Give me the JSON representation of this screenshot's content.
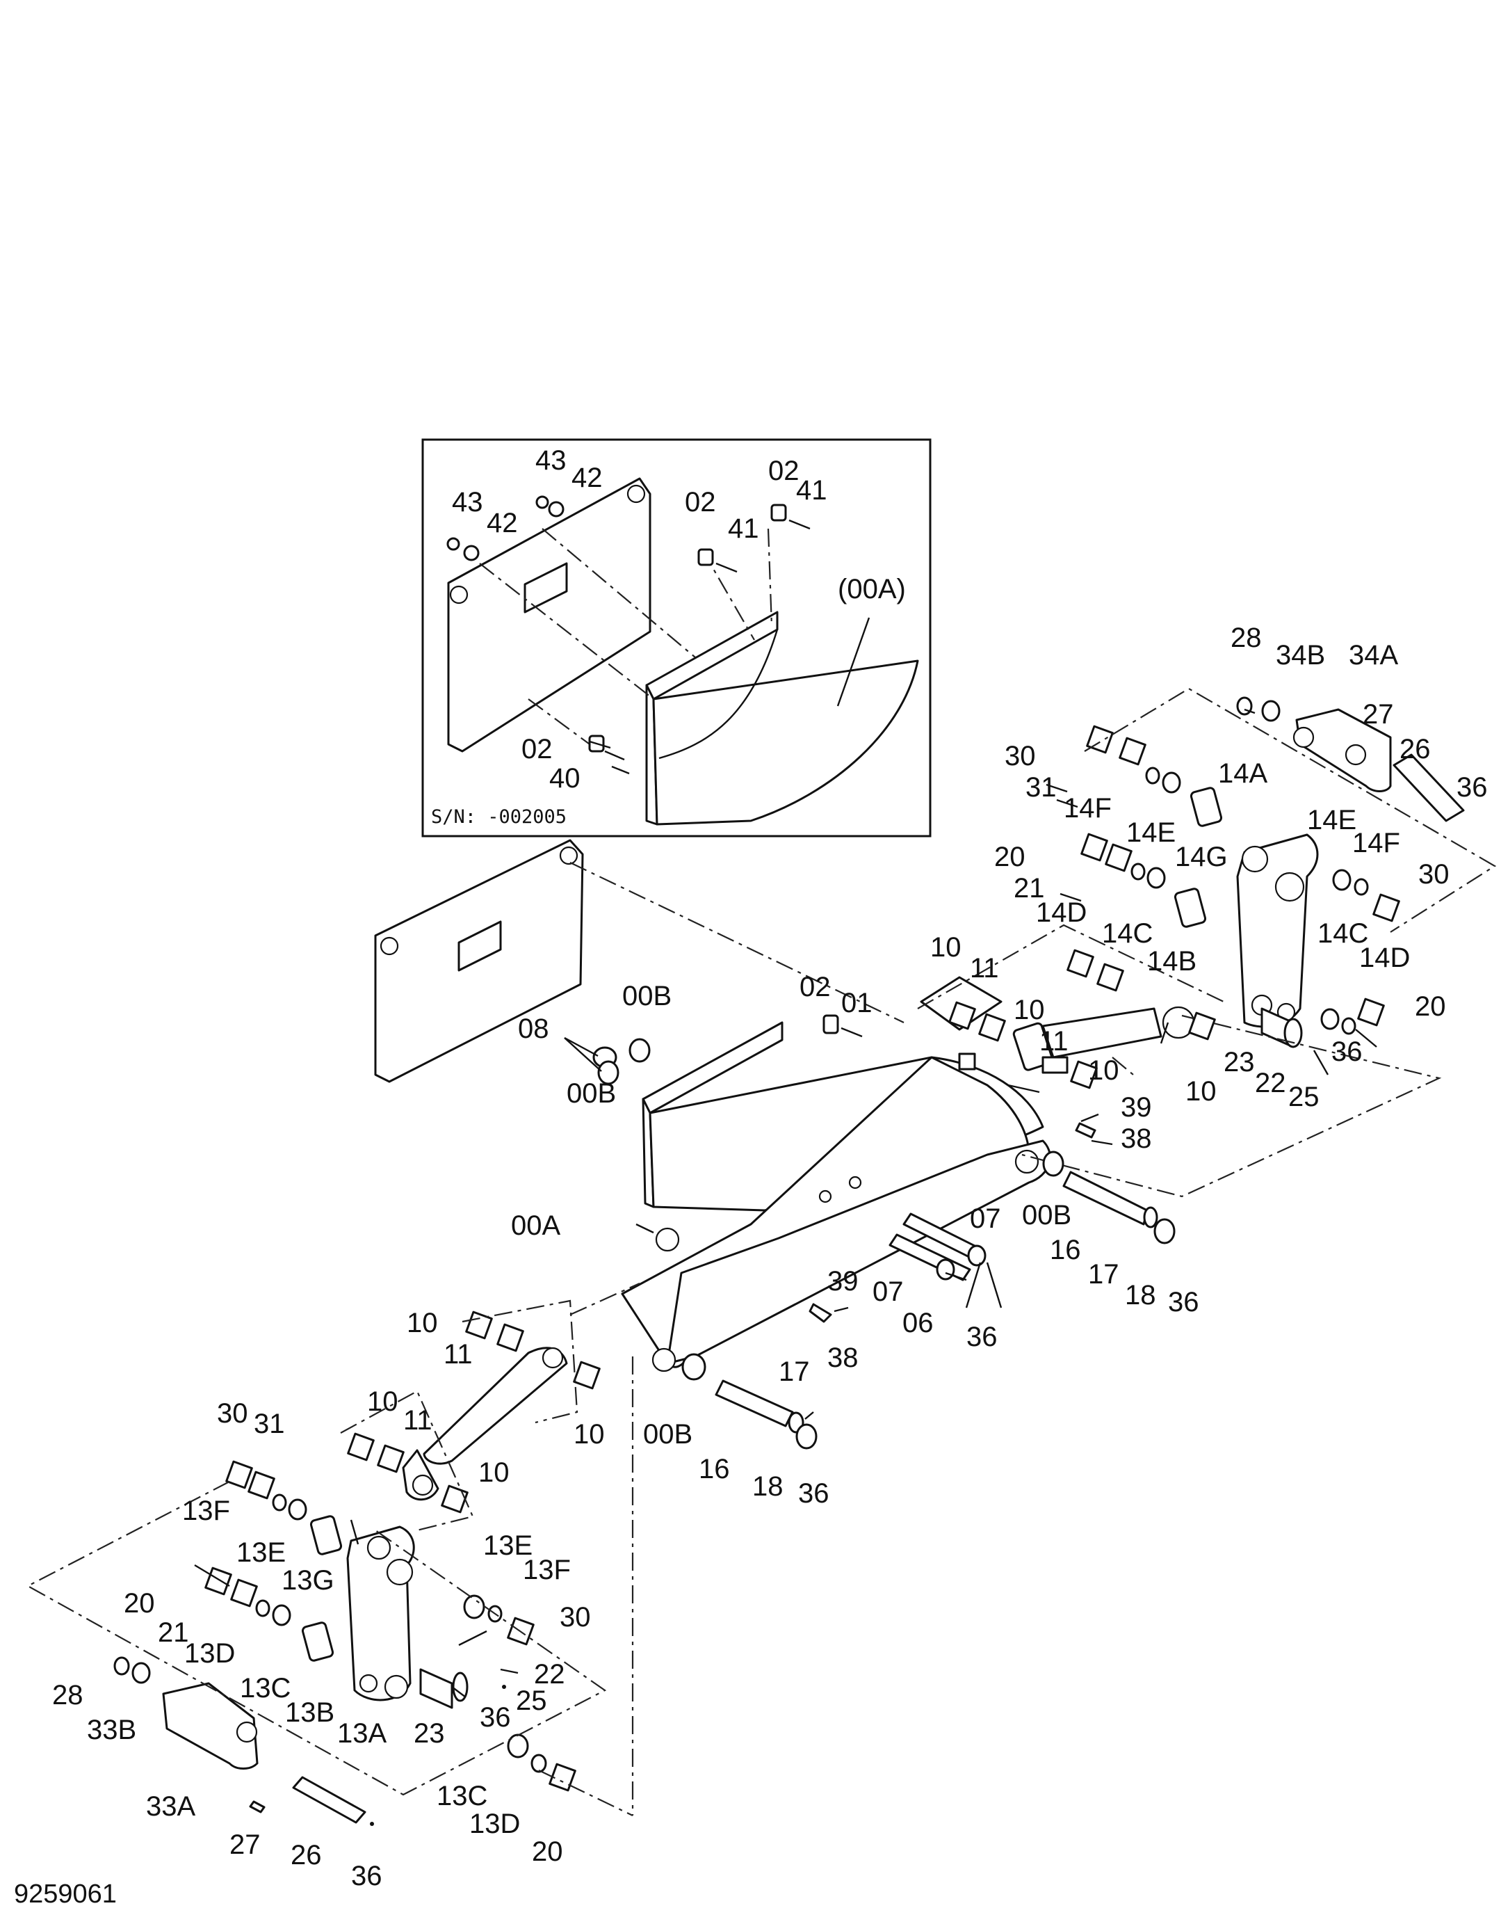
{
  "drawing": {
    "id": "9259061",
    "inset_serial": "S/N: -002005"
  },
  "labels": {
    "inset": [
      "43",
      "42",
      "43",
      "42",
      "02",
      "41",
      "02",
      "41",
      "(00A)",
      "02",
      "40"
    ],
    "top_right": [
      "28",
      "34B",
      "34A",
      "27",
      "26",
      "36",
      "30",
      "31",
      "14F",
      "14E",
      "14G",
      "14A",
      "14E",
      "14F",
      "30",
      "20",
      "21",
      "14D",
      "14C",
      "14B",
      "14C",
      "14D",
      "20",
      "23",
      "36",
      "22",
      "25"
    ],
    "center": [
      "10",
      "11",
      "10",
      "11",
      "10",
      "10",
      "39",
      "38",
      "02",
      "01",
      "00B",
      "08",
      "00B",
      "00A",
      "00B",
      "16",
      "07",
      "07",
      "06",
      "36",
      "17",
      "18",
      "36",
      "39",
      "38"
    ],
    "lower": [
      "10",
      "11",
      "10",
      "10",
      "11",
      "10",
      "00B",
      "16",
      "17",
      "18",
      "36"
    ],
    "bottom_left": [
      "30",
      "31",
      "13F",
      "13E",
      "13G",
      "13E",
      "13F",
      "30",
      "20",
      "21",
      "13D",
      "13C",
      "13B",
      "13A",
      "22",
      "25",
      "36",
      "23",
      "28",
      "33B",
      "33A",
      "27",
      "26",
      "36",
      "13C",
      "13D",
      "20"
    ]
  }
}
